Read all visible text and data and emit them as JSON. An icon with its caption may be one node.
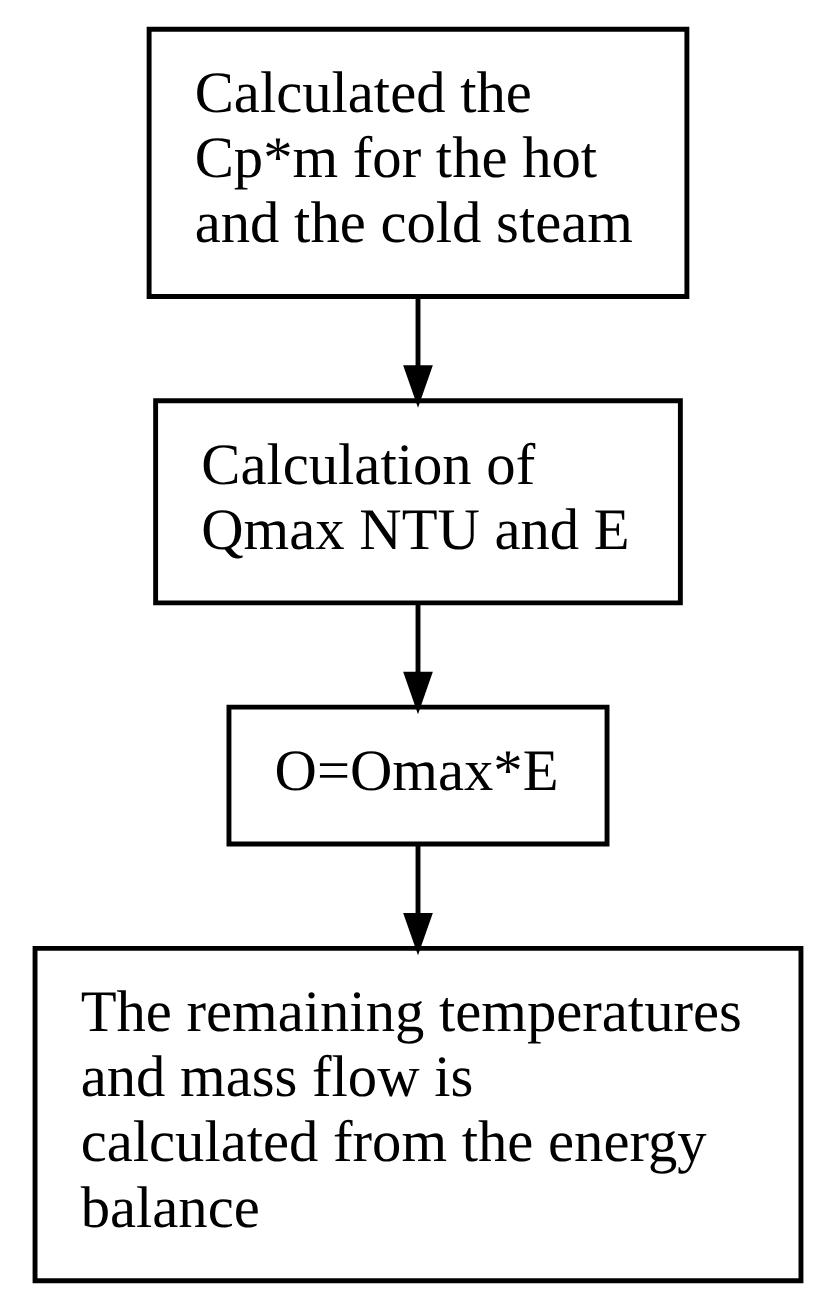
{
  "diagram": {
    "nodes": [
      {
        "text": [
          "Calculated the Cp*m for the hot and the cold steam"
        ]
      },
      {
        "text": [
          "Calculation of Qmax NTU and E"
        ]
      },
      {
        "text": [
          "O=Omax*E"
        ]
      },
      {
        "text": [
          "The remaining temperatures and mass flow is calculated from the energy balance"
        ]
      }
    ],
    "edges": [
      {
        "from": 0,
        "to": 1,
        "arrow": "to"
      },
      {
        "from": 1,
        "to": 2,
        "arrow": "to"
      },
      {
        "from": 2,
        "to": 3,
        "arrow": "to"
      }
    ]
  }
}
